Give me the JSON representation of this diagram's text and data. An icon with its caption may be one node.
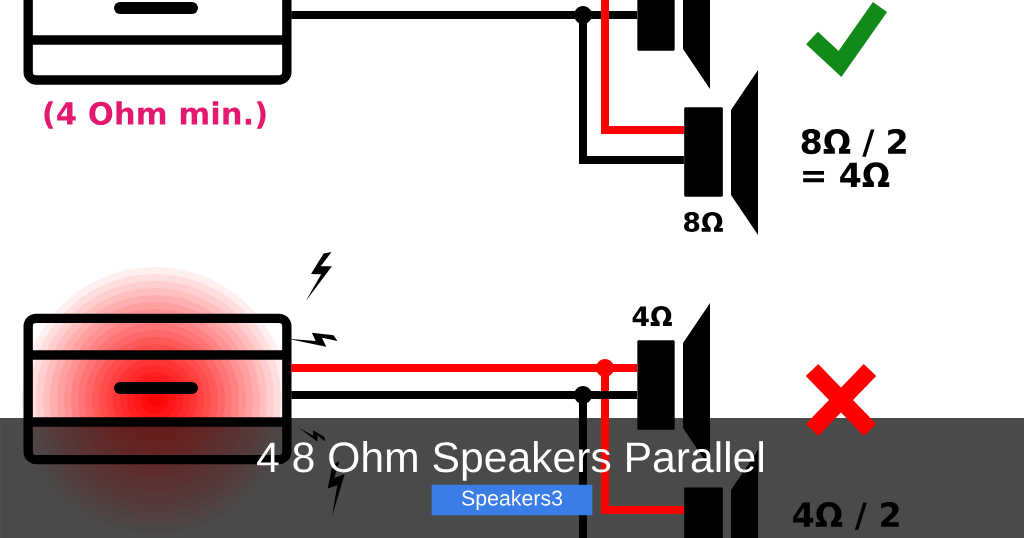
{
  "diagram": {
    "title": "4 8 Ohm Speakers Parallel",
    "nodes": [
      {
        "text": [],
        "shape": "box",
        "beside": [
          "(4 Ohm min.)"
        ]
      },
      {
        "text": [],
        "shape": "speaker"
      },
      {
        "text": [
          "8Ω"
        ]
      },
      {
        "text": [],
        "shape": "box"
      },
      {
        "text": [
          "4Ω"
        ]
      },
      {
        "text": [],
        "shape": "speaker"
      }
    ],
    "edges": [
      {
        "from": 0,
        "to": 1,
        "arrow": "none"
      },
      {
        "from": 0,
        "to": 2,
        "arrow": "none"
      },
      {
        "from": null,
        "to": 2,
        "arrow": "none",
        "color": "#ff0000"
      },
      {
        "from": 3,
        "to": 4,
        "arrow": "none",
        "color": "#ff0000"
      },
      {
        "from": 3,
        "to": 5,
        "arrow": "none",
        "color": "#ff0000"
      },
      {
        "from": 3,
        "to": 4,
        "arrow": "none"
      },
      {
        "from": 3,
        "to": null,
        "arrow": "none"
      }
    ],
    "labels": [
      "8Ω / 2 = 4Ω",
      "4Ω / 2",
      "Speakers3"
    ]
  }
}
